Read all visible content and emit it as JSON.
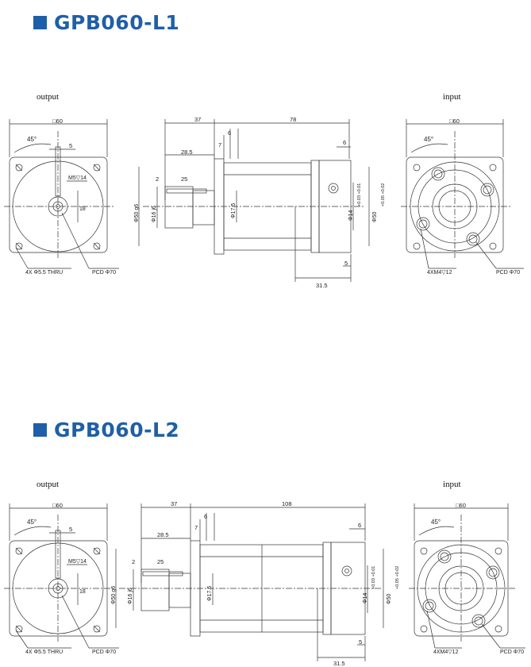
{
  "sections": [
    {
      "title": "GPB060-L1",
      "output_label": "output",
      "input_label": "input",
      "output_view": {
        "square": "□60",
        "angle": "45°",
        "key_width": "5",
        "thread": "M5▽14",
        "key_height": "18",
        "holes": "4X Φ5.5 THRU",
        "pcd": "PCD Φ70"
      },
      "side_view": {
        "shaft_length": "37",
        "body_length": "78",
        "flange_thickness": "6",
        "step": "7",
        "key_span": "28.5",
        "key_length": "25",
        "key_offset": "2",
        "shaft_dia": "Φ16 j6",
        "pilot_dia": "Φ50 g6",
        "shoulder_dia": "Φ17.5",
        "input_flange": "6",
        "bore_dia": "Φ14",
        "bore_tol": "+0.03 +0.01",
        "input_pilot": "Φ50",
        "input_pilot_tol": "+0.05 +0.02",
        "motor_shaft": "31.5",
        "spigot": "5"
      },
      "input_view": {
        "square": "□60",
        "angle": "45°",
        "holes": "4XM4▽12",
        "pcd": "PCD Φ70"
      }
    },
    {
      "title": "GPB060-L2",
      "output_label": "output",
      "input_label": "input",
      "output_view": {
        "square": "□60",
        "angle": "45°",
        "key_width": "5",
        "thread": "M5▽14",
        "key_height": "18",
        "holes": "4X Φ5.5 THRU",
        "pcd": "PCD Φ70"
      },
      "side_view": {
        "shaft_length": "37",
        "body_length": "108",
        "flange_thickness": "6",
        "step": "7",
        "key_span": "28.5",
        "key_length": "25",
        "key_offset": "2",
        "shaft_dia": "Φ16 j6",
        "pilot_dia": "Φ50 g6",
        "shoulder_dia": "Φ17.5",
        "input_flange": "6",
        "bore_dia": "Φ14",
        "bore_tol": "+0.03 +0.01",
        "input_pilot": "Φ50",
        "input_pilot_tol": "+0.05 +0.02",
        "motor_shaft": "31.5",
        "spigot": "5"
      },
      "input_view": {
        "square": "□60",
        "angle": "45°",
        "holes": "4XM4▽12",
        "pcd": "PCD Φ70"
      }
    }
  ]
}
